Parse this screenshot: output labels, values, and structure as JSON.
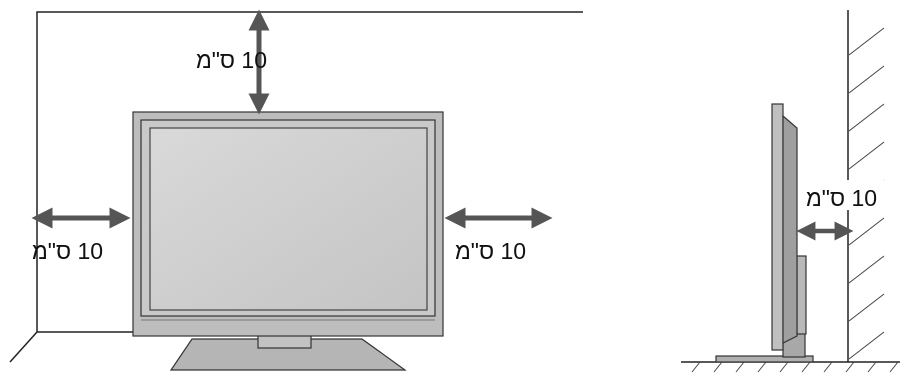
{
  "labels": {
    "top": "10 ס\"מ",
    "left": "10 ס\"מ",
    "right": "10 ס\"מ",
    "side": "10 ס\"מ"
  },
  "colors": {
    "arrow": "#555555",
    "line": "#222222",
    "tv_frame": "#b8b8b8",
    "tv_screen": "#d0d0d0",
    "hatch": "#444444"
  }
}
